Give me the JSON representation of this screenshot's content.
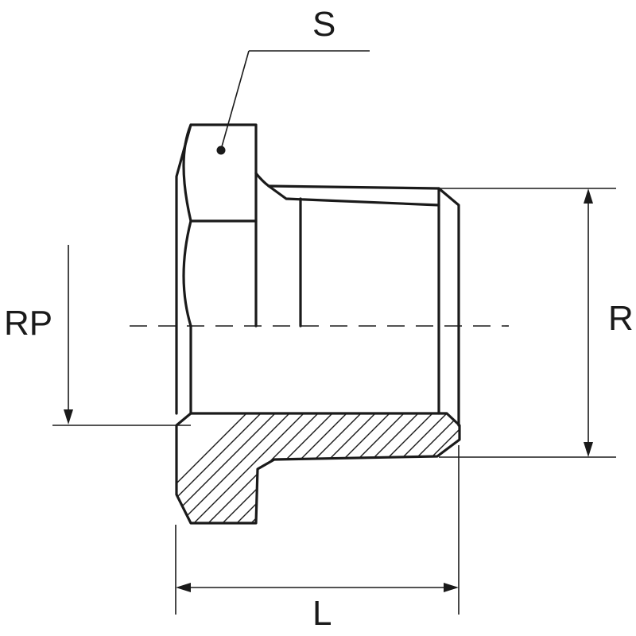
{
  "drawing": {
    "labels": {
      "s": "S",
      "rp": "RP",
      "r": "R",
      "l": "L"
    }
  }
}
